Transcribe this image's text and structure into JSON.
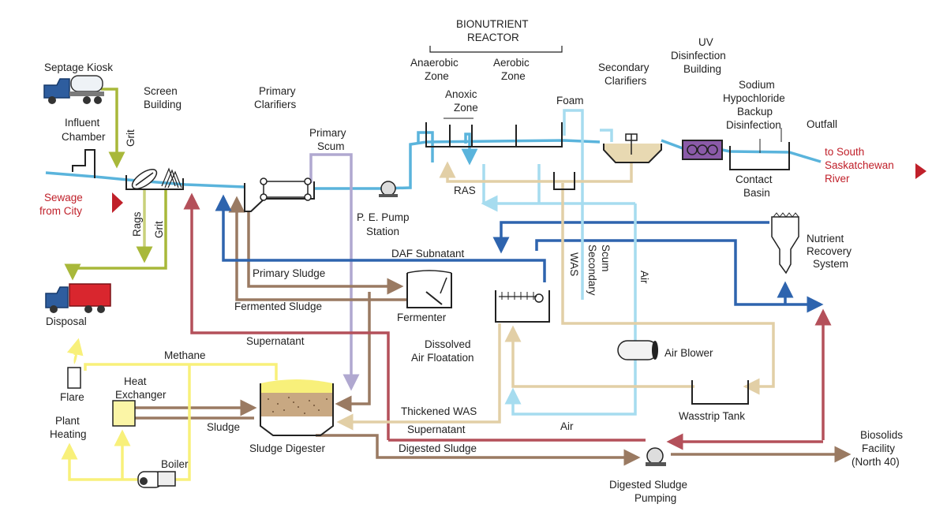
{
  "labels": {
    "septage_kiosk": "Septage Kiosk",
    "screen_building": [
      "Screen",
      "Building"
    ],
    "influent_chamber": [
      "Influent",
      "Chamber"
    ],
    "grit": "Grit",
    "rags": "Rags",
    "sewage_from_city": [
      "Sewage",
      "from City"
    ],
    "disposal": "Disposal",
    "primary_clarifiers": [
      "Primary",
      "Clarifiers"
    ],
    "primary_scum": [
      "Primary",
      "Scum"
    ],
    "pe_pump_station": [
      "P. E. Pump",
      "Station"
    ],
    "bionutrient_reactor": [
      "BIONUTRIENT",
      "REACTOR"
    ],
    "anaerobic_zone": [
      "Anaerobic",
      "Zone"
    ],
    "anoxic_zone": [
      "Anoxic",
      "Zone"
    ],
    "aerobic_zone": [
      "Aerobic",
      "Zone"
    ],
    "foam": "Foam",
    "ras": "RAS",
    "secondary_clarifiers": [
      "Secondary",
      "Clarifiers"
    ],
    "uv_disinfection_building": [
      "UV",
      "Disinfection",
      "Building"
    ],
    "sodium_hypochloride": [
      "Sodium",
      "Hypochloride",
      "Backup",
      "Disinfection"
    ],
    "outfall": "Outfall",
    "contact_basin": [
      "Contact",
      "Basin"
    ],
    "to_south_sask_river": [
      "to South",
      "Saskatchewan",
      "River"
    ],
    "daf_subnatant": "DAF Subnatant",
    "primary_sludge": "Primary Sludge",
    "fermented_sludge": "Fermented Sludge",
    "fermenter": "Fermenter",
    "was": "WAS",
    "secondary_scum": [
      "Secondary",
      "Scum"
    ],
    "air": "Air",
    "nutrient_recovery_system": [
      "Nutrient",
      "Recovery",
      "System"
    ],
    "dissolved_air_floatation": [
      "Dissolved",
      "Air Floatation"
    ],
    "supernatant": "Supernatant",
    "air_blower": "Air Blower",
    "methane": "Methane",
    "flare": "Flare",
    "heat_exchanger": [
      "Heat",
      "Exchanger"
    ],
    "plant_heating": [
      "Plant",
      "Heating"
    ],
    "sludge": "Sludge",
    "thickened_was": "Thickened WAS",
    "supernatant_lower": "Supernatant",
    "wasstrip_tank": "Wasstrip Tank",
    "air_lower": "Air",
    "sludge_digester": "Sludge Digester",
    "digested_sludge": "Digested Sludge",
    "boiler": "Boiler",
    "digested_sludge_pumping": [
      "Digested Sludge",
      "Pumping"
    ],
    "biosolids_facility": [
      "Biosolids",
      "Facility",
      "(North 40)"
    ]
  },
  "colors": {
    "water": "#5ab4dc",
    "blue": "#2e64ae",
    "grit": "#a8b83a",
    "scum": "#b0a8d0",
    "brown": "#9a7a62",
    "red": "#b4505a",
    "tan": "#e2cfa6",
    "lightblue": "#a6dcef",
    "methane": "#f8f07a",
    "purple": "#8a5aa8",
    "truck_blue": "#2e5d9e",
    "truck_red": "#d9262e",
    "label_red": "#c0202a"
  }
}
